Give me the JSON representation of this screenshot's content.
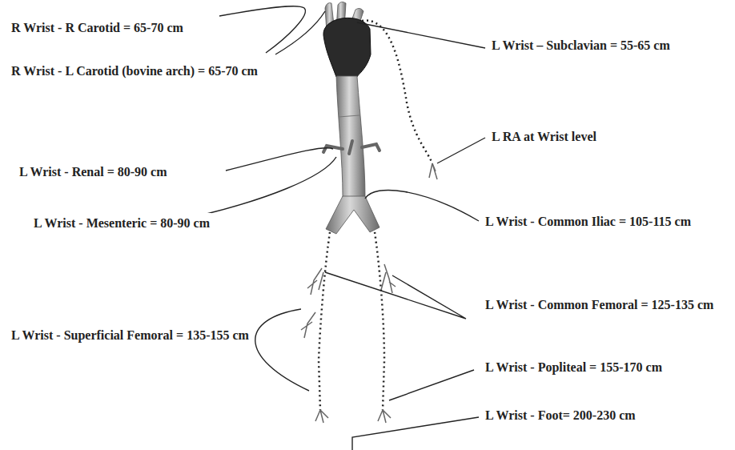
{
  "diagram": {
    "labels": [
      "R Wrist - R Carotid = 65-70 cm",
      "R Wrist - L Carotid (bovine arch) = 65-70 cm",
      "L Wrist – Subclavian = 55-65 cm",
      "L RA at Wrist level",
      "L Wrist - Renal = 80-90 cm",
      "L Wrist - Mesenteric = 80-90 cm",
      "L Wrist - Common Iliac = 105-115 cm",
      "L Wrist - Common Femoral = 125-135 cm",
      "L Wrist - Superficial Femoral = 135-155 cm",
      "L Wrist - Popliteal = 155-170 cm",
      "L Wrist - Foot= 200-230 cm"
    ]
  }
}
